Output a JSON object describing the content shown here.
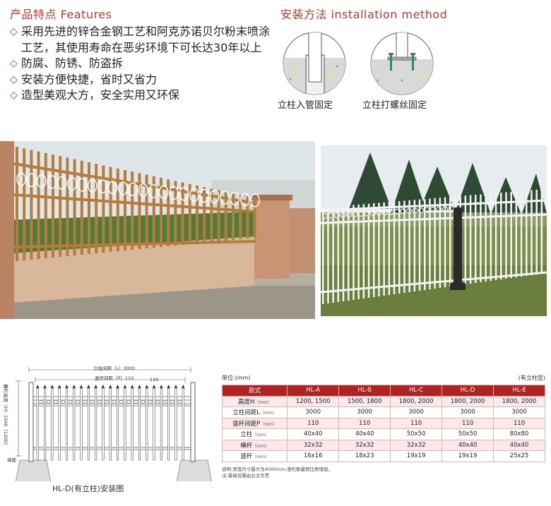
{
  "features": {
    "title": "产品特点 Features",
    "bullet_glyph": "◇",
    "items": [
      "采用先进的锌合金钢工艺和阿克苏诺贝尔粉末喷涂工艺，其使用寿命在恶劣环境下可长达30年以上",
      "防腐、防锈、防盗拆",
      "安装方便快捷，省时又省力",
      "造型美观大方，安全实用又环保"
    ]
  },
  "install": {
    "title": "安装方法 installation method",
    "methods": [
      {
        "caption": "立柱入管固定",
        "icon": "post-sleeve-icon"
      },
      {
        "caption": "立柱打螺丝固定",
        "icon": "post-bolt-icon"
      }
    ]
  },
  "photos": {
    "left": {
      "subject": "brown-fence-brick-wall",
      "fence_color": "#b57c3c"
    },
    "right": {
      "subject": "white-fence-trees",
      "fence_color": "#f4f4f4"
    }
  },
  "drawing": {
    "dim_L": "立柱间距（L）3000",
    "dim_P": "竖杆间距（P）110",
    "dim_110": "110",
    "label_height": "栅栏高度（H）1500（1200）",
    "label_ground": "墙面",
    "caption": "HL-D(有立柱)安装图"
  },
  "spec": {
    "unit_label": "单位:(mm)",
    "note_right": "(有立柱型)",
    "header_label": "款式",
    "models": [
      "HL-A",
      "HL-B",
      "HL-C",
      "HL-D",
      "HL-E"
    ],
    "rows": [
      {
        "label": "高度H",
        "unit": "（mm）",
        "values": [
          "1200, 1500",
          "1500, 1800",
          "1800, 2000",
          "1800, 2000",
          "1800, 2000"
        ]
      },
      {
        "label": "立柱间距L",
        "unit": "（mm）",
        "values": [
          "3000",
          "3000",
          "3000",
          "3000",
          "3000"
        ]
      },
      {
        "label": "竖杆间距P",
        "unit": "（mm）",
        "values": [
          "110",
          "110",
          "110",
          "110",
          "110"
        ]
      },
      {
        "label": "立柱",
        "unit": "（mm）",
        "values": [
          "40x40",
          "40x40",
          "50x50",
          "50x50",
          "80x80"
        ]
      },
      {
        "label": "横杆",
        "unit": "（mm）",
        "values": [
          "32x32",
          "32x32",
          "32x32",
          "40x40",
          "40x40"
        ]
      },
      {
        "label": "竖杆",
        "unit": "（mm）",
        "values": [
          "16x16",
          "18x23",
          "19x19",
          "19x19",
          "25x25"
        ]
      }
    ],
    "notes": [
      "说明:净宽尺寸最大为4000mm,竖栏数量按比例增加。",
      "注:基础设施由业主负责"
    ],
    "colors": {
      "header": "#b22222",
      "row_tint": "#fbe8e8",
      "title": "#c0392b"
    }
  }
}
